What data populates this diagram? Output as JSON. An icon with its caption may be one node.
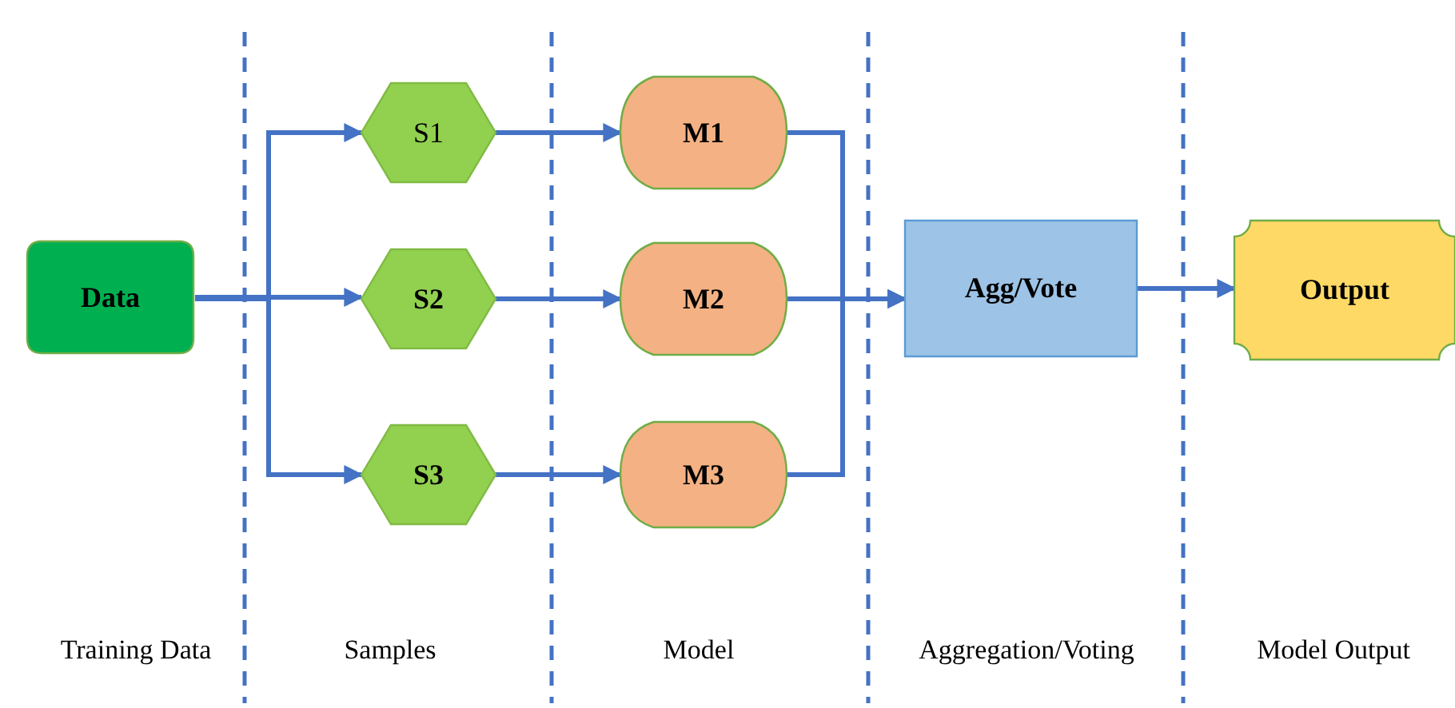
{
  "diagram": {
    "nodes": [
      {
        "text": [
          "Data"
        ]
      },
      {
        "text": [
          "S1"
        ]
      },
      {
        "text": [
          "S2"
        ]
      },
      {
        "text": [
          "S3"
        ]
      },
      {
        "text": [
          "M1"
        ]
      },
      {
        "text": [
          "M2"
        ]
      },
      {
        "text": [
          "M3"
        ]
      },
      {
        "text": [
          "Agg/Vote"
        ]
      },
      {
        "text": [
          "Output"
        ]
      }
    ],
    "edges": [
      {
        "from": 0,
        "to": 1,
        "arrow": "to"
      },
      {
        "from": 0,
        "to": 2,
        "arrow": "to"
      },
      {
        "from": 0,
        "to": 3,
        "arrow": "to"
      },
      {
        "from": 1,
        "to": 4,
        "arrow": "to"
      },
      {
        "from": 2,
        "to": 5,
        "arrow": "to"
      },
      {
        "from": 3,
        "to": 6,
        "arrow": "to"
      },
      {
        "from": 4,
        "to": 7,
        "arrow": "to"
      },
      {
        "from": 5,
        "to": 7,
        "arrow": "to"
      },
      {
        "from": 6,
        "to": 7,
        "arrow": "to"
      },
      {
        "from": 7,
        "to": 8,
        "arrow": "to"
      }
    ],
    "labels": [
      "Training Data",
      "Samples",
      "Model",
      "Aggregation/Voting",
      "Model Output"
    ]
  }
}
